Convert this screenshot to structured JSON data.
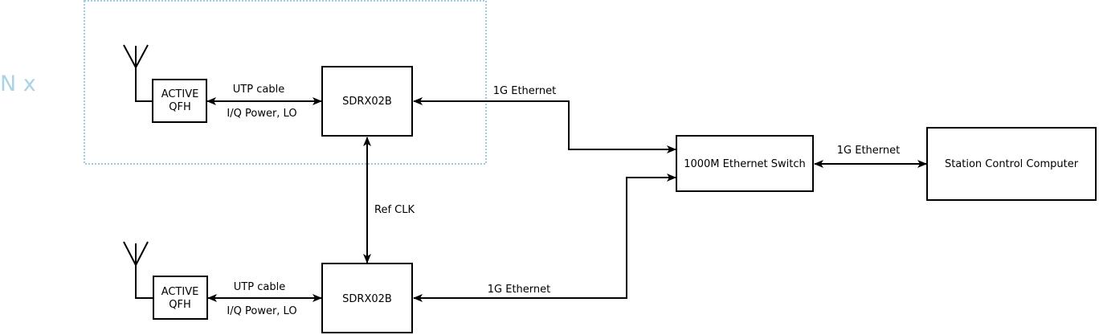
{
  "group": {
    "multiplier_label": "N x",
    "multiplier_color": "#a8d4e6",
    "frame_color": "#9ecde0"
  },
  "upper_chain": {
    "active_qfh": [
      "ACTIVE",
      "QFH"
    ],
    "cable_top": "UTP cable",
    "cable_bottom": "I/Q Power, LO",
    "receiver": "SDRX02B",
    "link": "1G Ethernet"
  },
  "lower_chain": {
    "active_qfh": [
      "ACTIVE",
      "QFH"
    ],
    "cable_top": "UTP cable",
    "cable_bottom": "I/Q Power, LO",
    "receiver": "SDRX02B",
    "link": "1G Ethernet"
  },
  "ref_clk": "Ref CLK",
  "switch": {
    "label": "1000M Ethernet Switch",
    "link": "1G Ethernet"
  },
  "computer": "Station Control Computer"
}
